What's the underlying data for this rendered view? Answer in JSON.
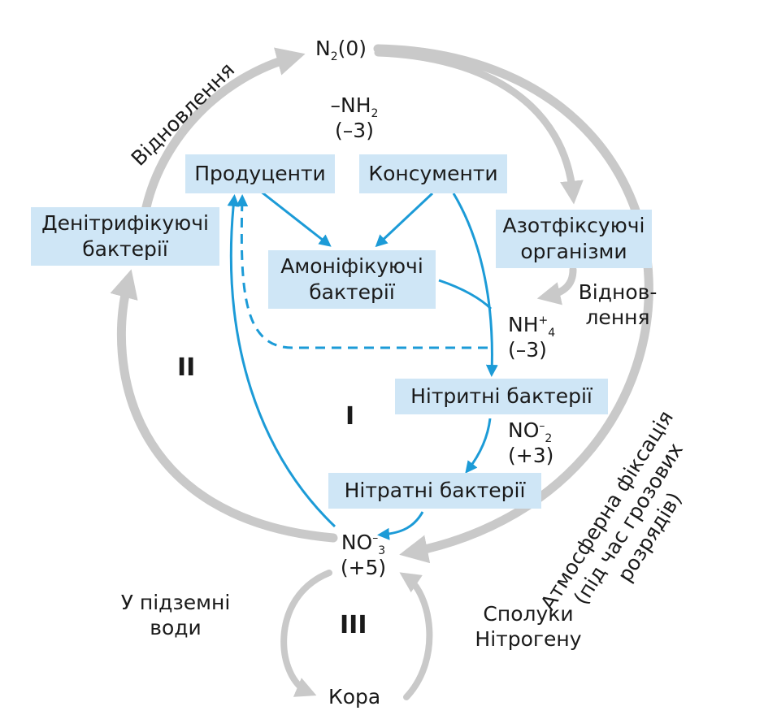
{
  "colors": {
    "blue_arrow": "#1c9bd7",
    "gray_arrow": "#c9c9c9",
    "box_fill": "#cfe6f6"
  },
  "n2": {
    "base": "N",
    "sub": "2",
    "rest": "(0)"
  },
  "nh2": {
    "line1_base": "–NH",
    "line1_sub": "2",
    "line2": "(–3)"
  },
  "producers": "Продуценти",
  "consumers": "Консументи",
  "denitrifying": {
    "line1": "Денітрифікуючі",
    "line2": "бактерії"
  },
  "ammonifying": {
    "line1": "Амоніфікуючі",
    "line2": "бактерії"
  },
  "nitrogen_fixing": {
    "line1": "Азотфіксуючі",
    "line2": "організми"
  },
  "reduction_top": "Відновлення",
  "reduction_right": {
    "line1": "Віднов-",
    "line2": "лення"
  },
  "nh4": {
    "base": "NH",
    "sub": "4",
    "sup": "+",
    "line2": "(–3)"
  },
  "nitrite_bacteria": "Нітритні бактерії",
  "no2": {
    "base": "NO",
    "sub": "2",
    "sup": "–",
    "line2": "(+3)"
  },
  "nitrate_bacteria": "Нітратні бактерії",
  "no3": {
    "base": "NO",
    "sub": "3",
    "sup": "–",
    "line2": "(+5)"
  },
  "roman": {
    "one": "I",
    "two": "II",
    "three": "III"
  },
  "groundwater": {
    "line1": "У підземні",
    "line2": "води"
  },
  "crust": "Кора",
  "atmospheric": {
    "line1": "Атмосферна фіксація",
    "line2": "(під час грозових",
    "line3": "розрядів)"
  },
  "compounds": {
    "line1": "Сполуки",
    "line2": "Нітрогену"
  }
}
